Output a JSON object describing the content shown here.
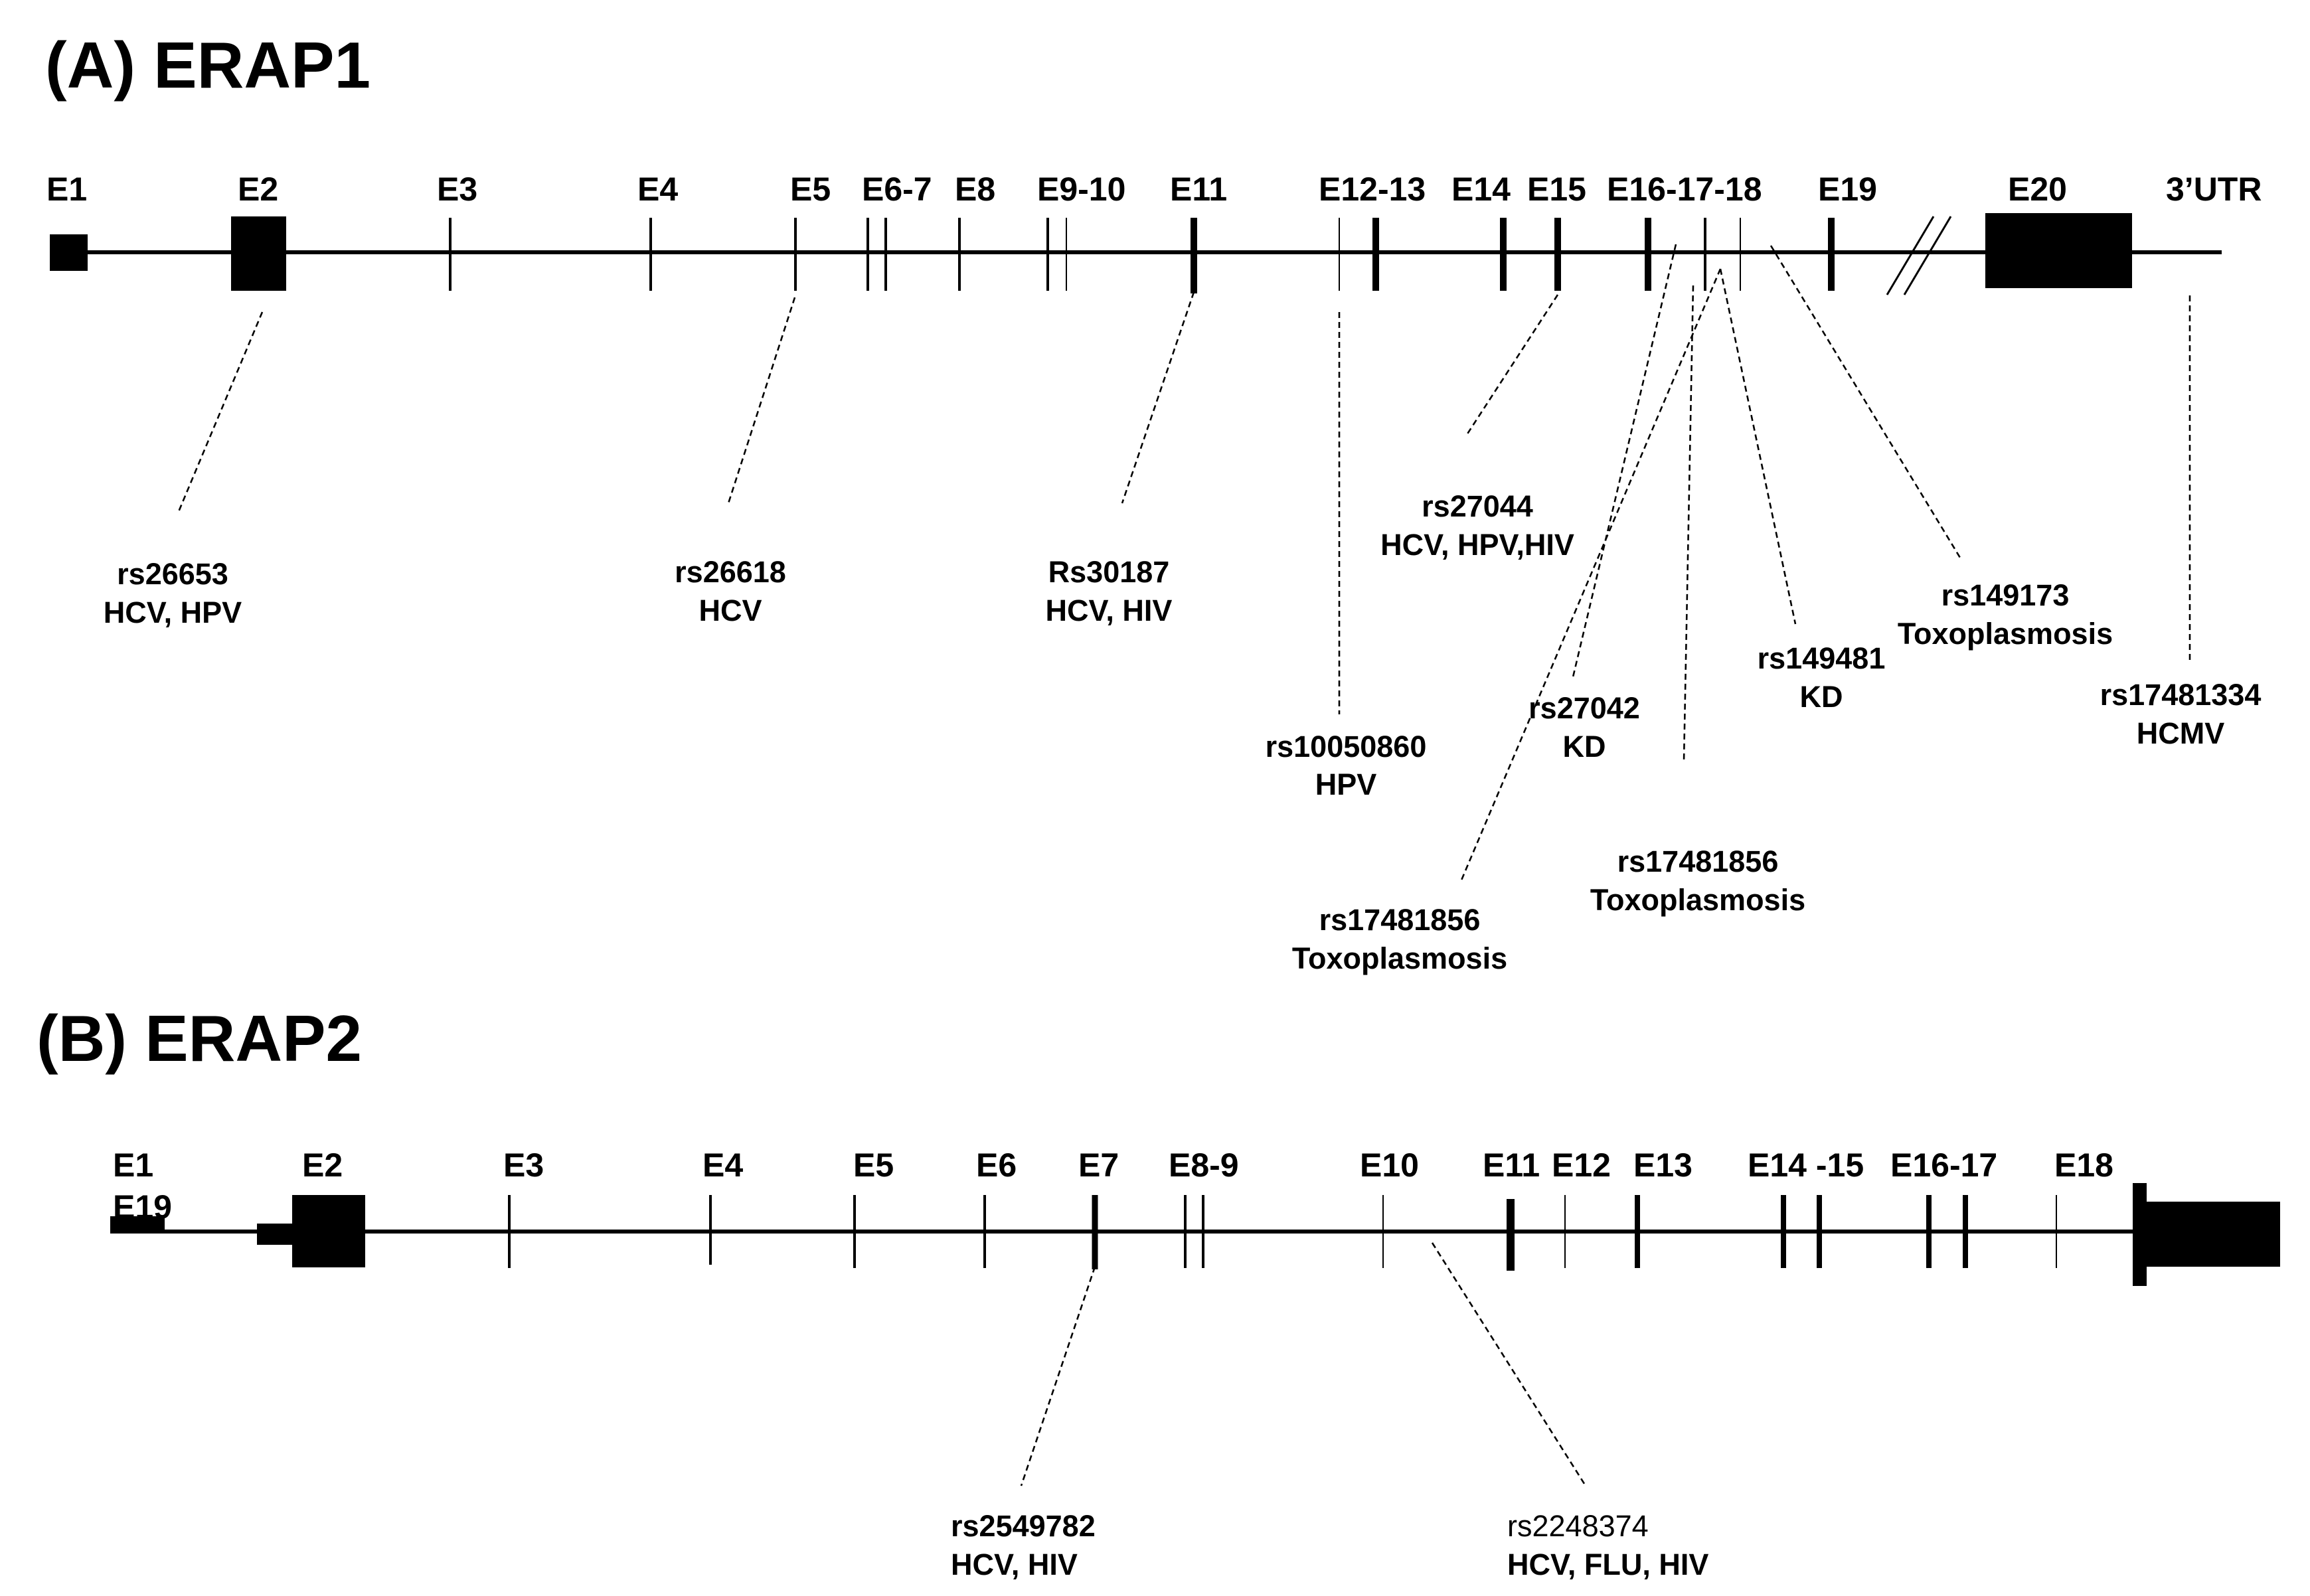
{
  "panels": {
    "a": {
      "title": "(A)  ERAP1",
      "exons": [
        "E1",
        "E2",
        "E3",
        "E4",
        "E5",
        "E6-7",
        "E8",
        "E9-10",
        "E11",
        "E12-13",
        "E14",
        "E15",
        "E16-17-18",
        "E19",
        "E20",
        "3’UTR"
      ],
      "snps": [
        {
          "id": "rs26653",
          "assoc": "HCV, HPV"
        },
        {
          "id": "rs26618",
          "assoc": "HCV"
        },
        {
          "id": "Rs30187",
          "assoc": "HCV, HIV"
        },
        {
          "id": "rs10050860",
          "assoc": "HPV"
        },
        {
          "id": "rs27044",
          "assoc": "HCV, HPV,HIV"
        },
        {
          "id": "rs27042",
          "assoc": "KD"
        },
        {
          "id": "rs17481856",
          "assoc": "Toxoplasmosis"
        },
        {
          "id": "rs17481856",
          "assoc": "Toxoplasmosis"
        },
        {
          "id": "rs149481",
          "assoc": "KD"
        },
        {
          "id": "rs149173",
          "assoc": "Toxoplasmosis"
        },
        {
          "id": "rs17481334",
          "assoc": "HCMV"
        }
      ]
    },
    "b": {
      "title": "(B)  ERAP2",
      "exons": [
        "E1",
        "E19",
        "E2",
        "E3",
        "E4",
        "E5",
        "E6",
        "E7",
        "E8-9",
        "E10",
        "E11",
        "E12",
        "E13",
        "E14 -15",
        "E16-17",
        "E18"
      ],
      "snps": [
        {
          "id": "rs2549782",
          "assoc": "HCV, HIV"
        },
        {
          "id": "rs2248374",
          "assoc": "HCV, FLU, HIV"
        }
      ]
    }
  }
}
